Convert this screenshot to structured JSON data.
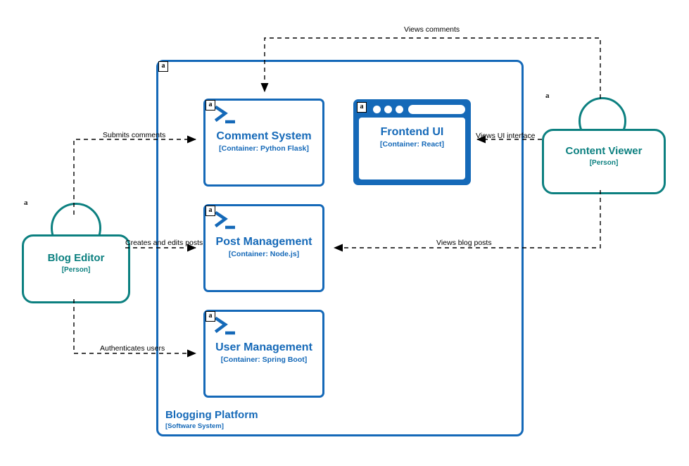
{
  "diagram": {
    "type": "c4-container-diagram",
    "title": "Blogging Platform container diagram",
    "colors": {
      "container_blue": "#1569b8",
      "person_teal": "#0c8080",
      "edge_black": "#000000",
      "background": "#ffffff"
    }
  },
  "boundary": {
    "name": "Blogging Platform",
    "subtitle": "[Software System]",
    "badge": "a"
  },
  "containers": [
    {
      "id": "comment-system",
      "name": "Comment System",
      "technology": "[Container: Python Flask]",
      "badge": "a",
      "icon": "terminal-icon",
      "shape": "rounded-rect"
    },
    {
      "id": "frontend-ui",
      "name": "Frontend UI",
      "technology": "[Container: React]",
      "badge": "a",
      "icon": "browser-window-icon",
      "shape": "browser-window"
    },
    {
      "id": "post-management",
      "name": "Post Management",
      "technology": "[Container: Node.js]",
      "badge": "a",
      "icon": "terminal-icon",
      "shape": "rounded-rect"
    },
    {
      "id": "user-management",
      "name": "User Management",
      "technology": "[Container: Spring Boot]",
      "badge": "a",
      "icon": "terminal-icon",
      "shape": "rounded-rect"
    }
  ],
  "people": [
    {
      "id": "blog-editor",
      "name": "Blog Editor",
      "subtitle": "[Person]",
      "badge": "a"
    },
    {
      "id": "content-viewer",
      "name": "Content Viewer",
      "subtitle": "[Person]",
      "badge": "a"
    }
  ],
  "relationships": [
    {
      "id": "rel-submits-comments",
      "label": "Submits comments",
      "from": "blog-editor",
      "to": "comment-system"
    },
    {
      "id": "rel-creates-posts",
      "label": "Creates and edits posts",
      "from": "blog-editor",
      "to": "post-management"
    },
    {
      "id": "rel-authenticates",
      "label": "Authenticates users",
      "from": "blog-editor",
      "to": "user-management"
    },
    {
      "id": "rel-views-comments",
      "label": "Views comments",
      "from": "content-viewer",
      "to": "comment-system"
    },
    {
      "id": "rel-views-ui",
      "label": "Views UI interface",
      "from": "content-viewer",
      "to": "frontend-ui"
    },
    {
      "id": "rel-views-blog-posts",
      "label": "Views blog posts",
      "from": "content-viewer",
      "to": "post-management"
    }
  ]
}
